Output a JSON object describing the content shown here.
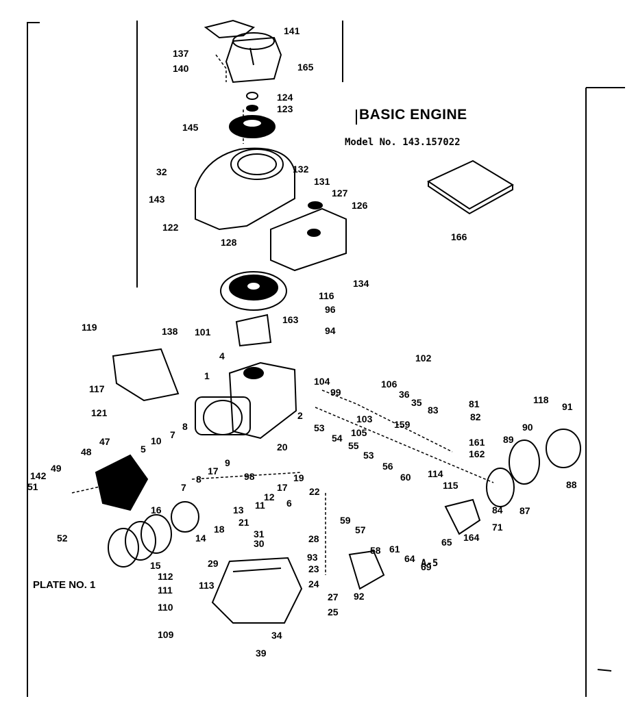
{
  "diagram": {
    "title": "BASIC ENGINE",
    "model": "Model No. 143.157022",
    "plate": "PLATE NO. 1",
    "subassembly": "A-5",
    "callouts": [
      {
        "id": "c141",
        "label": "141"
      },
      {
        "id": "c137",
        "label": "137"
      },
      {
        "id": "c140",
        "label": "140"
      },
      {
        "id": "c165",
        "label": "165"
      },
      {
        "id": "c124",
        "label": "124"
      },
      {
        "id": "c123",
        "label": "123"
      },
      {
        "id": "c145",
        "label": "145"
      },
      {
        "id": "c32",
        "label": "32"
      },
      {
        "id": "c132",
        "label": "132"
      },
      {
        "id": "c131",
        "label": "131"
      },
      {
        "id": "c127",
        "label": "127"
      },
      {
        "id": "c126",
        "label": "126"
      },
      {
        "id": "c143",
        "label": "143"
      },
      {
        "id": "c122",
        "label": "122"
      },
      {
        "id": "c128",
        "label": "128"
      },
      {
        "id": "c166",
        "label": "166"
      },
      {
        "id": "c134",
        "label": "134"
      },
      {
        "id": "c116",
        "label": "116"
      },
      {
        "id": "c163",
        "label": "163"
      },
      {
        "id": "c96",
        "label": "96"
      },
      {
        "id": "c119",
        "label": "119"
      },
      {
        "id": "c138",
        "label": "138"
      },
      {
        "id": "c101",
        "label": "101"
      },
      {
        "id": "c94",
        "label": "94"
      },
      {
        "id": "c4",
        "label": "4"
      },
      {
        "id": "c102",
        "label": "102"
      },
      {
        "id": "c117",
        "label": "117"
      },
      {
        "id": "c1",
        "label": "1"
      },
      {
        "id": "c104",
        "label": "104"
      },
      {
        "id": "c106",
        "label": "106"
      },
      {
        "id": "c99",
        "label": "99"
      },
      {
        "id": "c36",
        "label": "36"
      },
      {
        "id": "c35",
        "label": "35"
      },
      {
        "id": "c81",
        "label": "81"
      },
      {
        "id": "c118",
        "label": "118"
      },
      {
        "id": "c91",
        "label": "91"
      },
      {
        "id": "c121",
        "label": "121"
      },
      {
        "id": "c2",
        "label": "2"
      },
      {
        "id": "c103",
        "label": "103"
      },
      {
        "id": "c83",
        "label": "83"
      },
      {
        "id": "c82",
        "label": "82"
      },
      {
        "id": "c159",
        "label": "159"
      },
      {
        "id": "c105",
        "label": "105"
      },
      {
        "id": "c53a",
        "label": "53"
      },
      {
        "id": "c54",
        "label": "54"
      },
      {
        "id": "c161",
        "label": "161"
      },
      {
        "id": "c162",
        "label": "162"
      },
      {
        "id": "c89",
        "label": "89"
      },
      {
        "id": "c90",
        "label": "90"
      },
      {
        "id": "c47",
        "label": "47"
      },
      {
        "id": "c10",
        "label": "10"
      },
      {
        "id": "c7a",
        "label": "7"
      },
      {
        "id": "c8a",
        "label": "8"
      },
      {
        "id": "c20",
        "label": "20"
      },
      {
        "id": "c55",
        "label": "55"
      },
      {
        "id": "c5",
        "label": "5"
      },
      {
        "id": "c48",
        "label": "48"
      },
      {
        "id": "c9",
        "label": "9"
      },
      {
        "id": "c53b",
        "label": "53"
      },
      {
        "id": "c114",
        "label": "114"
      },
      {
        "id": "c142",
        "label": "142"
      },
      {
        "id": "c49",
        "label": "49"
      },
      {
        "id": "c17a",
        "label": "17"
      },
      {
        "id": "c98",
        "label": "98"
      },
      {
        "id": "c19",
        "label": "19"
      },
      {
        "id": "c56",
        "label": "56"
      },
      {
        "id": "c60",
        "label": "60"
      },
      {
        "id": "c115",
        "label": "115"
      },
      {
        "id": "c51",
        "label": "51"
      },
      {
        "id": "c7b",
        "label": "7"
      },
      {
        "id": "c8b",
        "label": "8"
      },
      {
        "id": "c17b",
        "label": "17"
      },
      {
        "id": "c88",
        "label": "88"
      },
      {
        "id": "c12",
        "label": "12"
      },
      {
        "id": "c22",
        "label": "22"
      },
      {
        "id": "c16",
        "label": "16"
      },
      {
        "id": "c13",
        "label": "13"
      },
      {
        "id": "c11",
        "label": "11"
      },
      {
        "id": "c84",
        "label": "84"
      },
      {
        "id": "c87",
        "label": "87"
      },
      {
        "id": "c59",
        "label": "59"
      },
      {
        "id": "c57",
        "label": "57"
      },
      {
        "id": "c21",
        "label": "21"
      },
      {
        "id": "c6",
        "label": "6"
      },
      {
        "id": "c71",
        "label": "71"
      },
      {
        "id": "c18",
        "label": "18"
      },
      {
        "id": "c52",
        "label": "52"
      },
      {
        "id": "c14",
        "label": "14"
      },
      {
        "id": "c31",
        "label": "31"
      },
      {
        "id": "c28",
        "label": "28"
      },
      {
        "id": "c65",
        "label": "65"
      },
      {
        "id": "c164",
        "label": "164"
      },
      {
        "id": "c61",
        "label": "61"
      },
      {
        "id": "c30",
        "label": "30"
      },
      {
        "id": "c58",
        "label": "58"
      },
      {
        "id": "c64",
        "label": "64"
      },
      {
        "id": "c93",
        "label": "93"
      },
      {
        "id": "c15",
        "label": "15"
      },
      {
        "id": "c69",
        "label": "69"
      },
      {
        "id": "c29",
        "label": "29"
      },
      {
        "id": "c23",
        "label": "23"
      },
      {
        "id": "c112",
        "label": "112"
      },
      {
        "id": "c113",
        "label": "113"
      },
      {
        "id": "c24",
        "label": "24"
      },
      {
        "id": "c111",
        "label": "111"
      },
      {
        "id": "c92",
        "label": "92"
      },
      {
        "id": "c27",
        "label": "27"
      },
      {
        "id": "c110",
        "label": "110"
      },
      {
        "id": "c25",
        "label": "25"
      },
      {
        "id": "c109",
        "label": "109"
      },
      {
        "id": "c34",
        "label": "34"
      },
      {
        "id": "c39",
        "label": "39"
      }
    ]
  }
}
